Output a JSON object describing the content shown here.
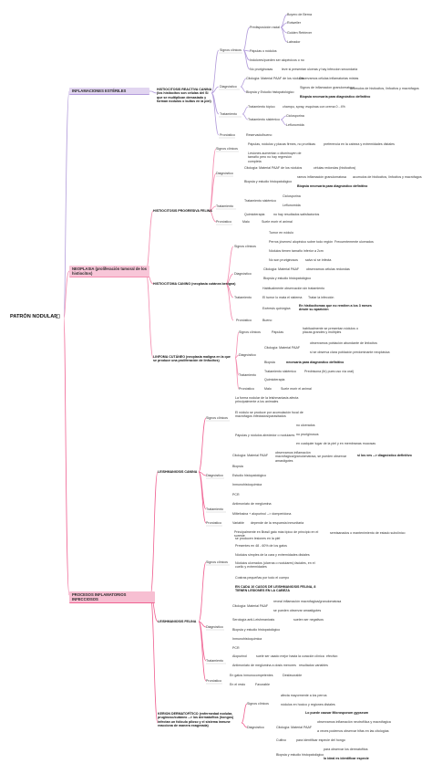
{
  "root": "PATRÓN NODULAR",
  "sections": {
    "inflamaciones": "INFLAMACIONES ESTÉRILES",
    "neoplasia": "NEOPLASIA (proliferación tumoral de los histiocitos)",
    "procesos": "PROCESOS INFLAMATORIOS INFECCIOSOS"
  },
  "colors": {
    "purple": "#b39ddb",
    "purple_bg": "#e1d5f0",
    "pink": "#f48fb1",
    "pink_bg": "#f8c6d8",
    "pink2": "#f06292",
    "pink2_bg": "#f7bfd2"
  },
  "s1": {
    "hr": "HISTIOCITOSIS REACTIVA CANINA (los histiocitos son células del SI que se multiplican demasiado y forman nodulos o bultos en la piel)",
    "sc": "Signos clínicos",
    "pred": "Predisposición racial",
    "b1": "Boyero de Berna",
    "b2": "Rotweiler",
    "b3": "Golden Retriever",
    "b4": "Labrador",
    "pap": "Pápulas o nódulos",
    "ind": "Indolores/pueden ser alopécicos o no",
    "pron": "No pruriginosas",
    "pron2": "leve si presentan ulceras y hay infeccion secundaria",
    "diag": "Diagnóstico",
    "cito": "Citología: Material PAAF de los nódulos",
    "cito2": "Observamos células inflamatorias mixtas",
    "cito3": "acumulos de histiocitos, linfocitos y macrófagos",
    "biop": "Biopsia y Estudio histopatológico",
    "biop2": "Signos de inflamacion granulomatosa",
    "biop3": "Biopsia necesaria para diagnóstico definitivo",
    "trat": "Tratamiento",
    "tt": "Tratamiento tópico",
    "tt2": "champu, spray, esquinas con crema 0 - 4%",
    "ts": "Tratamiento sistémico",
    "ts2": "Ciclosporina",
    "ts3": "Leflunomida",
    "pr": "Pronóstico",
    "pr2": "Reservado/bueno"
  },
  "s2": {
    "hp": "HISTIOCITOSIS PROGRESIVA FELINA",
    "sc": "Signos clínicos",
    "sc1": "Pápulas, nódulos y placas firmes, no pruriticas",
    "sc1b": "preferencia en la cabeza y extremidades distales",
    "sc2": "Lesiones aumentan o disminuyen de tamaño pero no hay regresión completa",
    "diag": "Diagnóstico",
    "d1": "Citología: Material PAAF de los nódulos",
    "d1b": "células redondas (histiocitos)",
    "d2": "Biopsia y estudio histopatológico",
    "d2b": "ramos inflamación granulomatosa",
    "d2c": "acumulos de histiocitos, linfocitos y macrófagos",
    "d2d": "Biopsia necesaria para diagnóstico definitivo",
    "trat": "Tratamiento",
    "t1": "Tratamiento sistémico",
    "t1a": "Ciclosporina",
    "t1b": "Leflunomida",
    "t2": "Quimioterapia",
    "t2b": "no hay resultados satisfactorios",
    "pr": "Pronóstico",
    "pr2": "Malo",
    "pr3": "Suele morir el animal",
    "hc": "HISTIOCITOMA CANINO (neoplasia cutánea benigna)",
    "hcsc": "Signos clínicos",
    "hc1": "Tumor en nódulo",
    "hc2": "Perros jóvenes/ alopécico sobre todo región",
    "hc2b": "Frecuentemente ulcerados",
    "hc3": "Nódulos tienen tamaño inferior a 2cm",
    "hc4": "No son pruriginosos",
    "hc4b": "salvo si se infecta",
    "hcd": "Diagnóstico",
    "hcd1": "Citología: Material PAAF",
    "hcd1b": "observamos células redondas",
    "hcd2": "Biopsia y estudio histopatológico",
    "hct": "Tratamiento",
    "hct1": "Habitualmente observación sin tratamiento",
    "hct2": "El tumor lo mata el sistema",
    "hct2b": "Tratar la infección",
    "hct3": "Exéresis quirúrgica",
    "hct3b": "En histiocitomas que no remiten a los 3 meses desde su aparición",
    "hcp": "Pronóstico",
    "hcp2": "Bueno",
    "lc": "LINFOMA CUTÁNEO (neoplasia maligna en la que se produce una proliferación de linfocitos)",
    "lcsc": "Signos clínicos",
    "lcsc1": "Pápulas",
    "lcsc2": "habitualmente se presentan nódulos o placas grandes y múltiples",
    "lcd": "Diagnóstico",
    "lcd1": "Citología: Material PAAF",
    "lcd1b": "observamos población abundante de linfocitos",
    "lcd1c": "si se observa clara población predominante neoplásica",
    "lcd2": "Biopsia",
    "lcd2b": "necesaria para diagnóstico definitivo",
    "lct": "Tratamiento",
    "lct1": "Tratamiento sistémico",
    "lct1b": "Prednisona (tb) pues uso vía oral)",
    "lct2": "Quimioterapia",
    "lcp": "Pronóstico",
    "lcp2": "Malo",
    "lcp3": "Suele morir el animal"
  },
  "s3": {
    "lc": "LEISHMANIOSIS CANINA",
    "sc": "Signos clínicos",
    "sc1": "La forma nodular de la leishmaniasis afecta principalmente a los animales",
    "sc2": "El nódulo se produce por acumulación focal de macrófagos infectados/parasitados",
    "sc3": "Pápulas y nódulos alrededor o nodulares",
    "sc3a": "no ulcerados",
    "sc3b": "no pruriginosos",
    "sc3c": "en cualquier lugar de la piel y en membranas mucosas",
    "diag": "Diagnóstico",
    "d1": "Citología: Material PAAF",
    "d1b": "observamos inflamación macrófagica/granulomatosa, se pueden observar amastigotes",
    "d1c": "si los ves --> diagnóstico definitivo",
    "d2": "Biopsia",
    "d3": "Estudio histopatológico",
    "d4": "Inmunohistoquímica",
    "d5": "PCR",
    "trat": "Tratamiento",
    "t1": "Antimoniato de meglumina",
    "t2": "Miltefosina + alopurinol --> domperidona",
    "pr": "Pronóstico",
    "pr2": "Variable",
    "pr3": "depende de la respuesta inmunitaria",
    "lf": "LEISHMANIOSIS FELINA",
    "lfsc": "Signos clínicos",
    "lf1": "Principalmente en Brasil gato más típico de principio en el sureste",
    "lf1b": "semisanados o mantenimiento de estado subclínico",
    "lf2": "se producen lesiones en la piel",
    "lf3": "Presentes en 48 - 60% de los gatos",
    "lf4": "Nódulos simples de la cara y extremidades distales",
    "lf5": "Nódulos ulcerados (úlceras o nodulares) faciales, en el cuello y extremidades",
    "lf6": "Costras pequeñas por todo el cuerpo",
    "lf7": "EN CADA 10 CASOS DE LEISHMANIOSIS FELINA, 8 TIENEN LESIONES EN LA CABEZA",
    "lfd": "Diagnóstico",
    "lfd1": "Citología: Material PAAF",
    "lfd1b": "reveal inflamación macrófagica/granulomatosa",
    "lfd1c": "se pueden observar amastigotes",
    "lfd2": "Serología anti-Leishmaniosis",
    "lfd2b": "suelen ser negativos",
    "lfd3": "Biopsia y estudio histopatológico",
    "lfd4": "Inmunohistoquímica",
    "lfd5": "PCR",
    "lft": "Tratamiento",
    "lft1": "Alopurinol",
    "lft1b": "suele ser usado mejor hasta la curación clínica",
    "lft1c": "efectivo",
    "lft2": "Antimoniato de meglumina a dosis menores",
    "lft2b": "resultados variables",
    "lfp": "Pronóstico",
    "lfp1": "En gatos inmunocompetentes",
    "lfp1b": "Desfavorable",
    "lfp2": "En el resto",
    "lfp2b": "Favorable",
    "kq": "KERION DERMATOFÍTICO (enfermedad nodular, pruginoso/cutáneo --> los dermatofitos (hongos) infectan un folículo piloso y el sistema inmune reacciona de manera exagerada)",
    "kqsc": "Signos clínicos",
    "kq1": "afecta mayormente a los perros",
    "kq2": "nódulos en hocico y regiones distales",
    "kq2b": "Lo puede causar Microsporum gypseum",
    "kqd": "Diagnóstico",
    "kqd1": "Citología: Material PAAF",
    "kqd1b": "observamos inflamación neutrofílica y macrófagica",
    "kqd1c": "a veces podemos observar hifas en las citologías",
    "kqd2": "Cultivo",
    "kqd2b": "para identificar especie del hongo",
    "kqd3": "Biopsia y estudio histopatológico",
    "kqd3b": "para observar los dermatofitos",
    "kqd3c": "lo ideal es identificar especie"
  }
}
